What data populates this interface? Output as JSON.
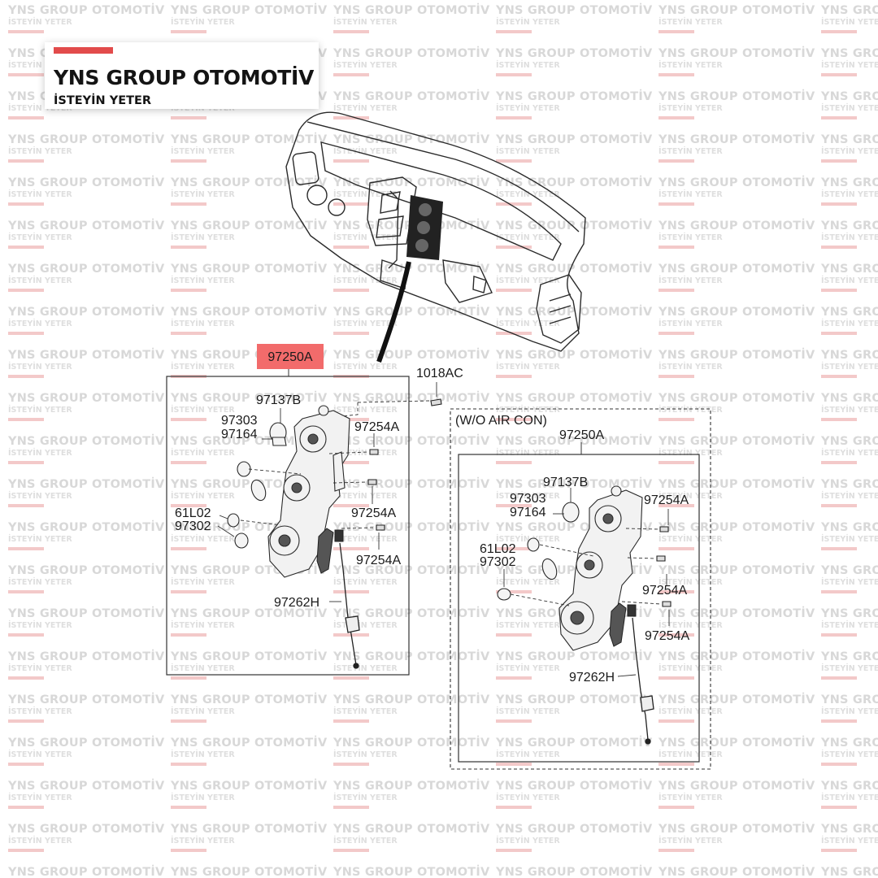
{
  "brand": {
    "name": "YNS GROUP OTOMOTİV",
    "slogan": "İSTEYİN YETER",
    "accent_color": "#e24b4b"
  },
  "watermark": {
    "text": "YNS GROUP OTOMOTİV",
    "subtext": "İSTEYİN YETER"
  },
  "highlight_color": "#f26b6b",
  "left_group": {
    "assembly": "97250A",
    "screw": "1018AC",
    "labels": {
      "knob": "97137B",
      "part_97303": "97303",
      "part_97164": "97164",
      "bolt_1": "97254A",
      "bolt_2": "97254A",
      "bolt_3": "97254A",
      "part_61l02": "61L02",
      "part_97302": "97302",
      "cable": "97262H"
    }
  },
  "right_group": {
    "caption": "(W/O AIR CON)",
    "assembly": "97250A",
    "labels": {
      "knob": "97137B",
      "part_97303": "97303",
      "part_97164": "97164",
      "bolt_1": "97254A",
      "bolt_2": "97254A",
      "bolt_3": "97254A",
      "part_61l02": "61L02",
      "part_97302": "97302",
      "cable": "97262H"
    }
  }
}
